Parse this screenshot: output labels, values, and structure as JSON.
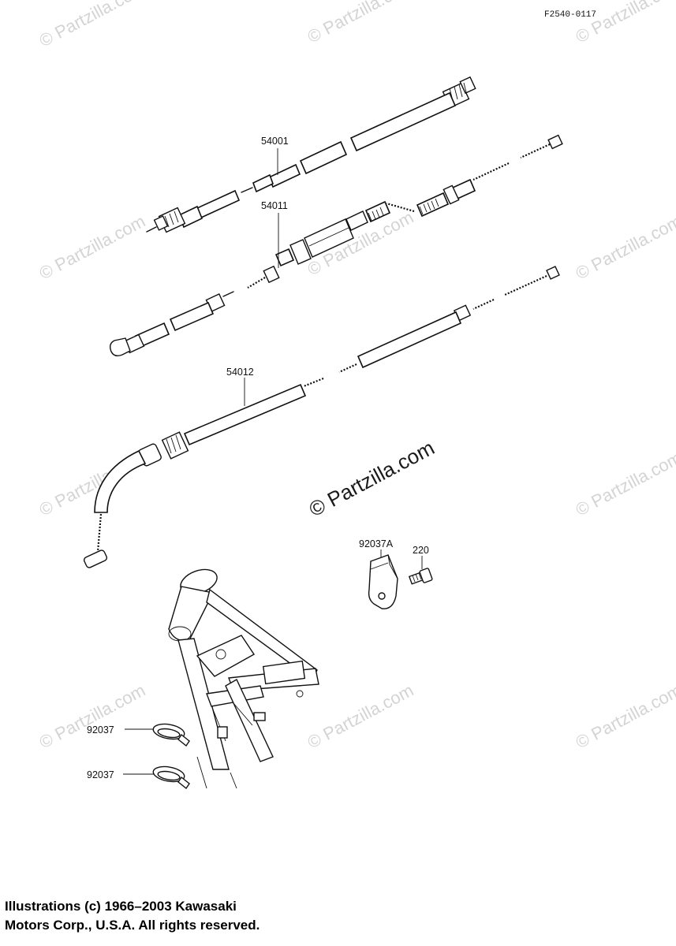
{
  "figure_number": "F2540-0117",
  "watermark_text": "© Partzilla.com",
  "center_watermark_text": "© Partzilla.com",
  "callouts": {
    "speedometer_cable": "54001",
    "tachometer_cable": "54011",
    "clutch_cable": "54012",
    "bracket": "92037A",
    "bolt": "220",
    "clamp_upper": "92037",
    "clamp_lower": "92037"
  },
  "copyright": {
    "line1": "Illustrations (c) 1966–2003 Kawasaki",
    "line2": "Motors Corp., U.S.A.  All rights reserved."
  }
}
